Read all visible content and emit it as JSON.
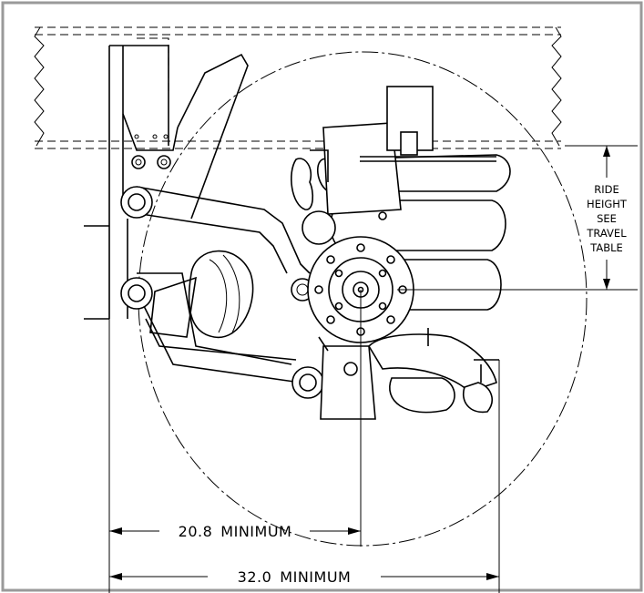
{
  "dimensions": {
    "dim_1": {
      "value": "20.8",
      "label": "MINIMUM"
    },
    "dim_2": {
      "value": "32.0",
      "label": "MINIMUM"
    }
  },
  "ride_height_note": [
    "RIDE",
    "HEIGHT",
    "SEE",
    "TRAVEL",
    "TABLE"
  ]
}
